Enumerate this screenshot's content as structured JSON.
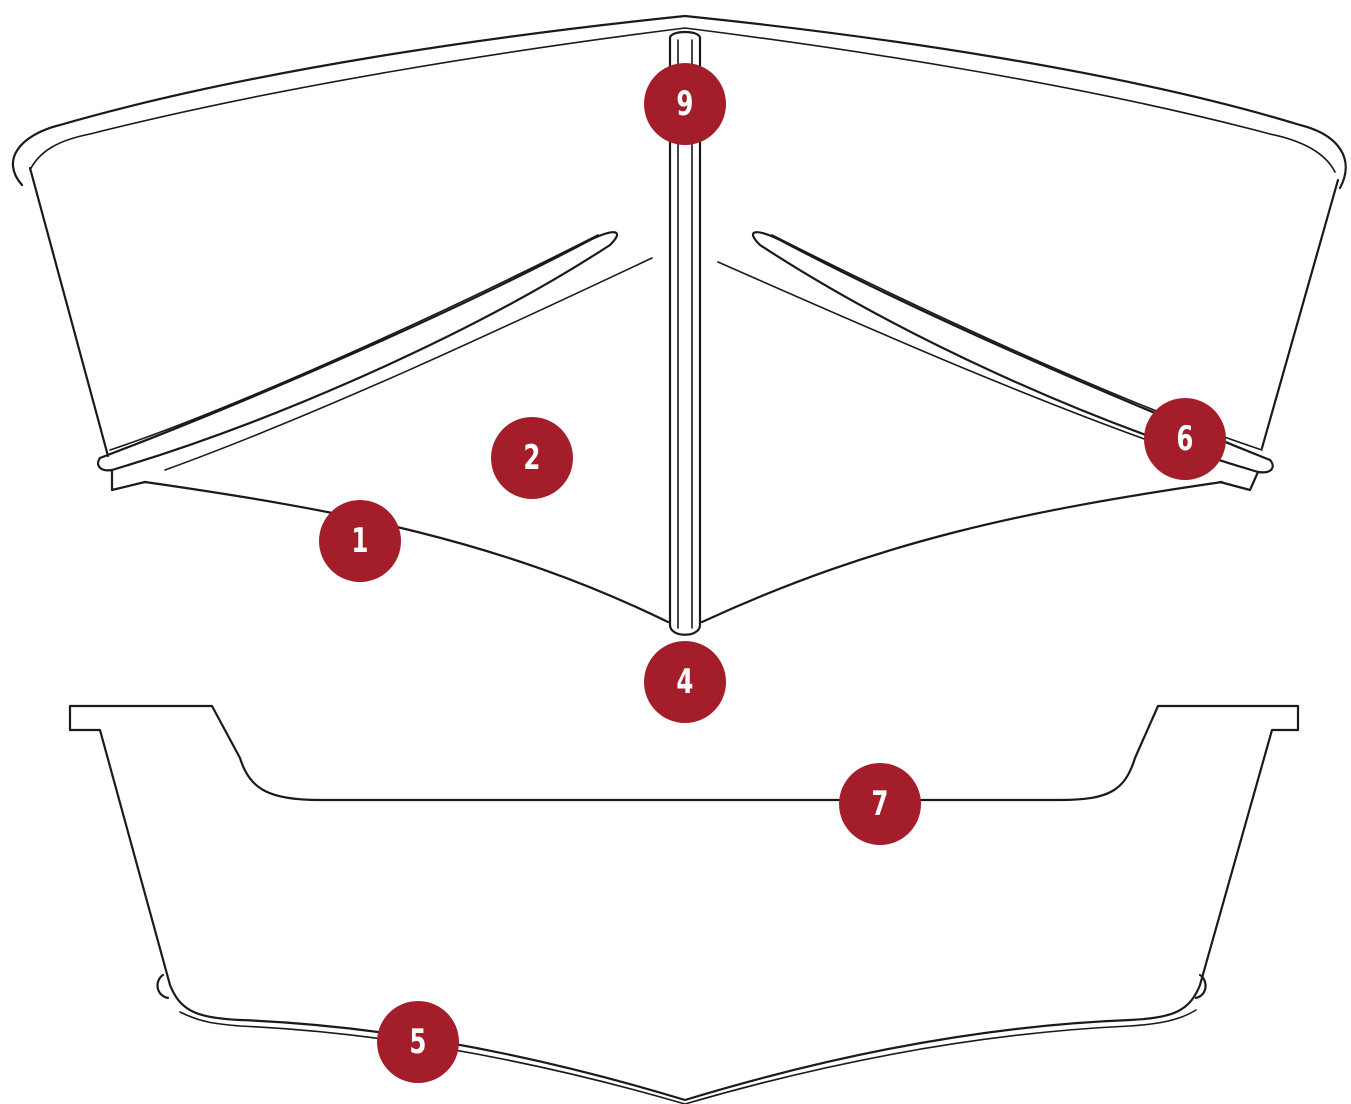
{
  "callouts": [
    {
      "key": "9",
      "label": "9"
    },
    {
      "key": "2",
      "label": "2"
    },
    {
      "key": "1",
      "label": "1"
    },
    {
      "key": "6",
      "label": "6"
    },
    {
      "key": "4",
      "label": "4"
    },
    {
      "key": "7",
      "label": "7"
    },
    {
      "key": "5",
      "label": "5"
    }
  ],
  "colors": {
    "badge": "#a31d2b",
    "badge_text": "#ffffff",
    "line": "#1a1a1a",
    "background": "#ffffff"
  }
}
